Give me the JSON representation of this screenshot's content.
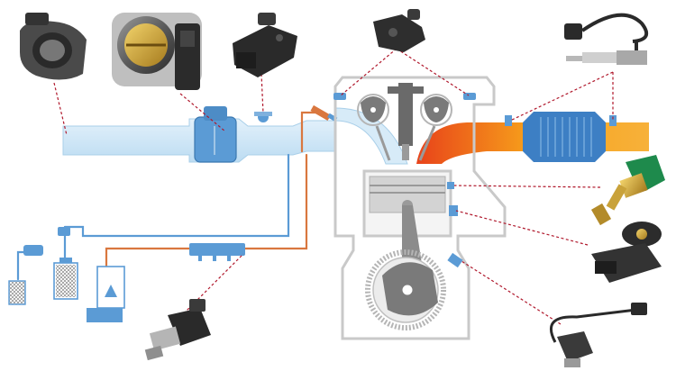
{
  "diagram": {
    "type": "engine-management-sensor-layout",
    "labels": [],
    "colors": {
      "intake_air": "#cde6f7",
      "intake_part": "#5b9bd5",
      "fuel_line_blue": "#5b9bd5",
      "fuel_line_orange": "#d9773f",
      "exhaust": "#f7a21b",
      "exhaust_hot": "#e8431a",
      "engine_outline": "#c9c9c9",
      "leader_line": "#b0182c",
      "catalytic_converter": "#3d7fc4"
    },
    "components": [
      {
        "name": "mass-air-flow-sensor",
        "icon": "maf-sensor-icon"
      },
      {
        "name": "throttle-body",
        "icon": "throttle-body-icon"
      },
      {
        "name": "manifold-pressure-sensor",
        "icon": "map-sensor-icon"
      },
      {
        "name": "camshaft-position-sensor",
        "icon": "cam-sensor-icon"
      },
      {
        "name": "oxygen-sensor",
        "icon": "o2-sensor-icon"
      },
      {
        "name": "coolant-temperature-sensor",
        "icon": "coolant-sensor-icon"
      },
      {
        "name": "knock-sensor",
        "icon": "knock-sensor-icon"
      },
      {
        "name": "crankshaft-position-sensor",
        "icon": "crank-sensor-icon"
      },
      {
        "name": "fuel-pressure-sensor",
        "icon": "fuel-pressure-sensor-icon"
      }
    ]
  }
}
